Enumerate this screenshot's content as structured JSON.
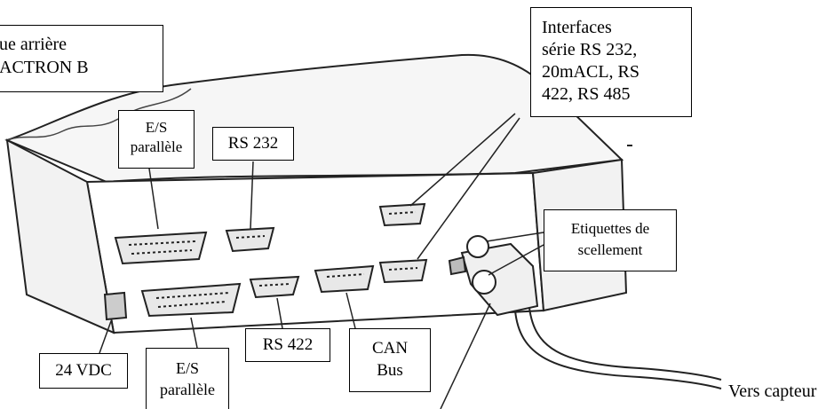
{
  "title_box": {
    "line1": "ue arrière",
    "line2": "ACTRON B"
  },
  "interfaces_box": {
    "lines": [
      "Interfaces",
      "série RS 232,",
      "20mACL, RS",
      "422, RS 485"
    ]
  },
  "labels": {
    "es_top": [
      "E/S",
      "parallèle"
    ],
    "rs232": "RS 232",
    "etiquettes": [
      "Etiquettes de",
      "scellement"
    ],
    "vdc": "24 VDC",
    "es_bottom": [
      "E/S",
      "parallèle"
    ],
    "rs422": "RS 422",
    "can": [
      "CAN",
      "Bus"
    ],
    "vers_capteur": "Vers capteur"
  },
  "colors": {
    "ink": "#222222",
    "box_border": "#000000",
    "background": "#ffffff"
  }
}
